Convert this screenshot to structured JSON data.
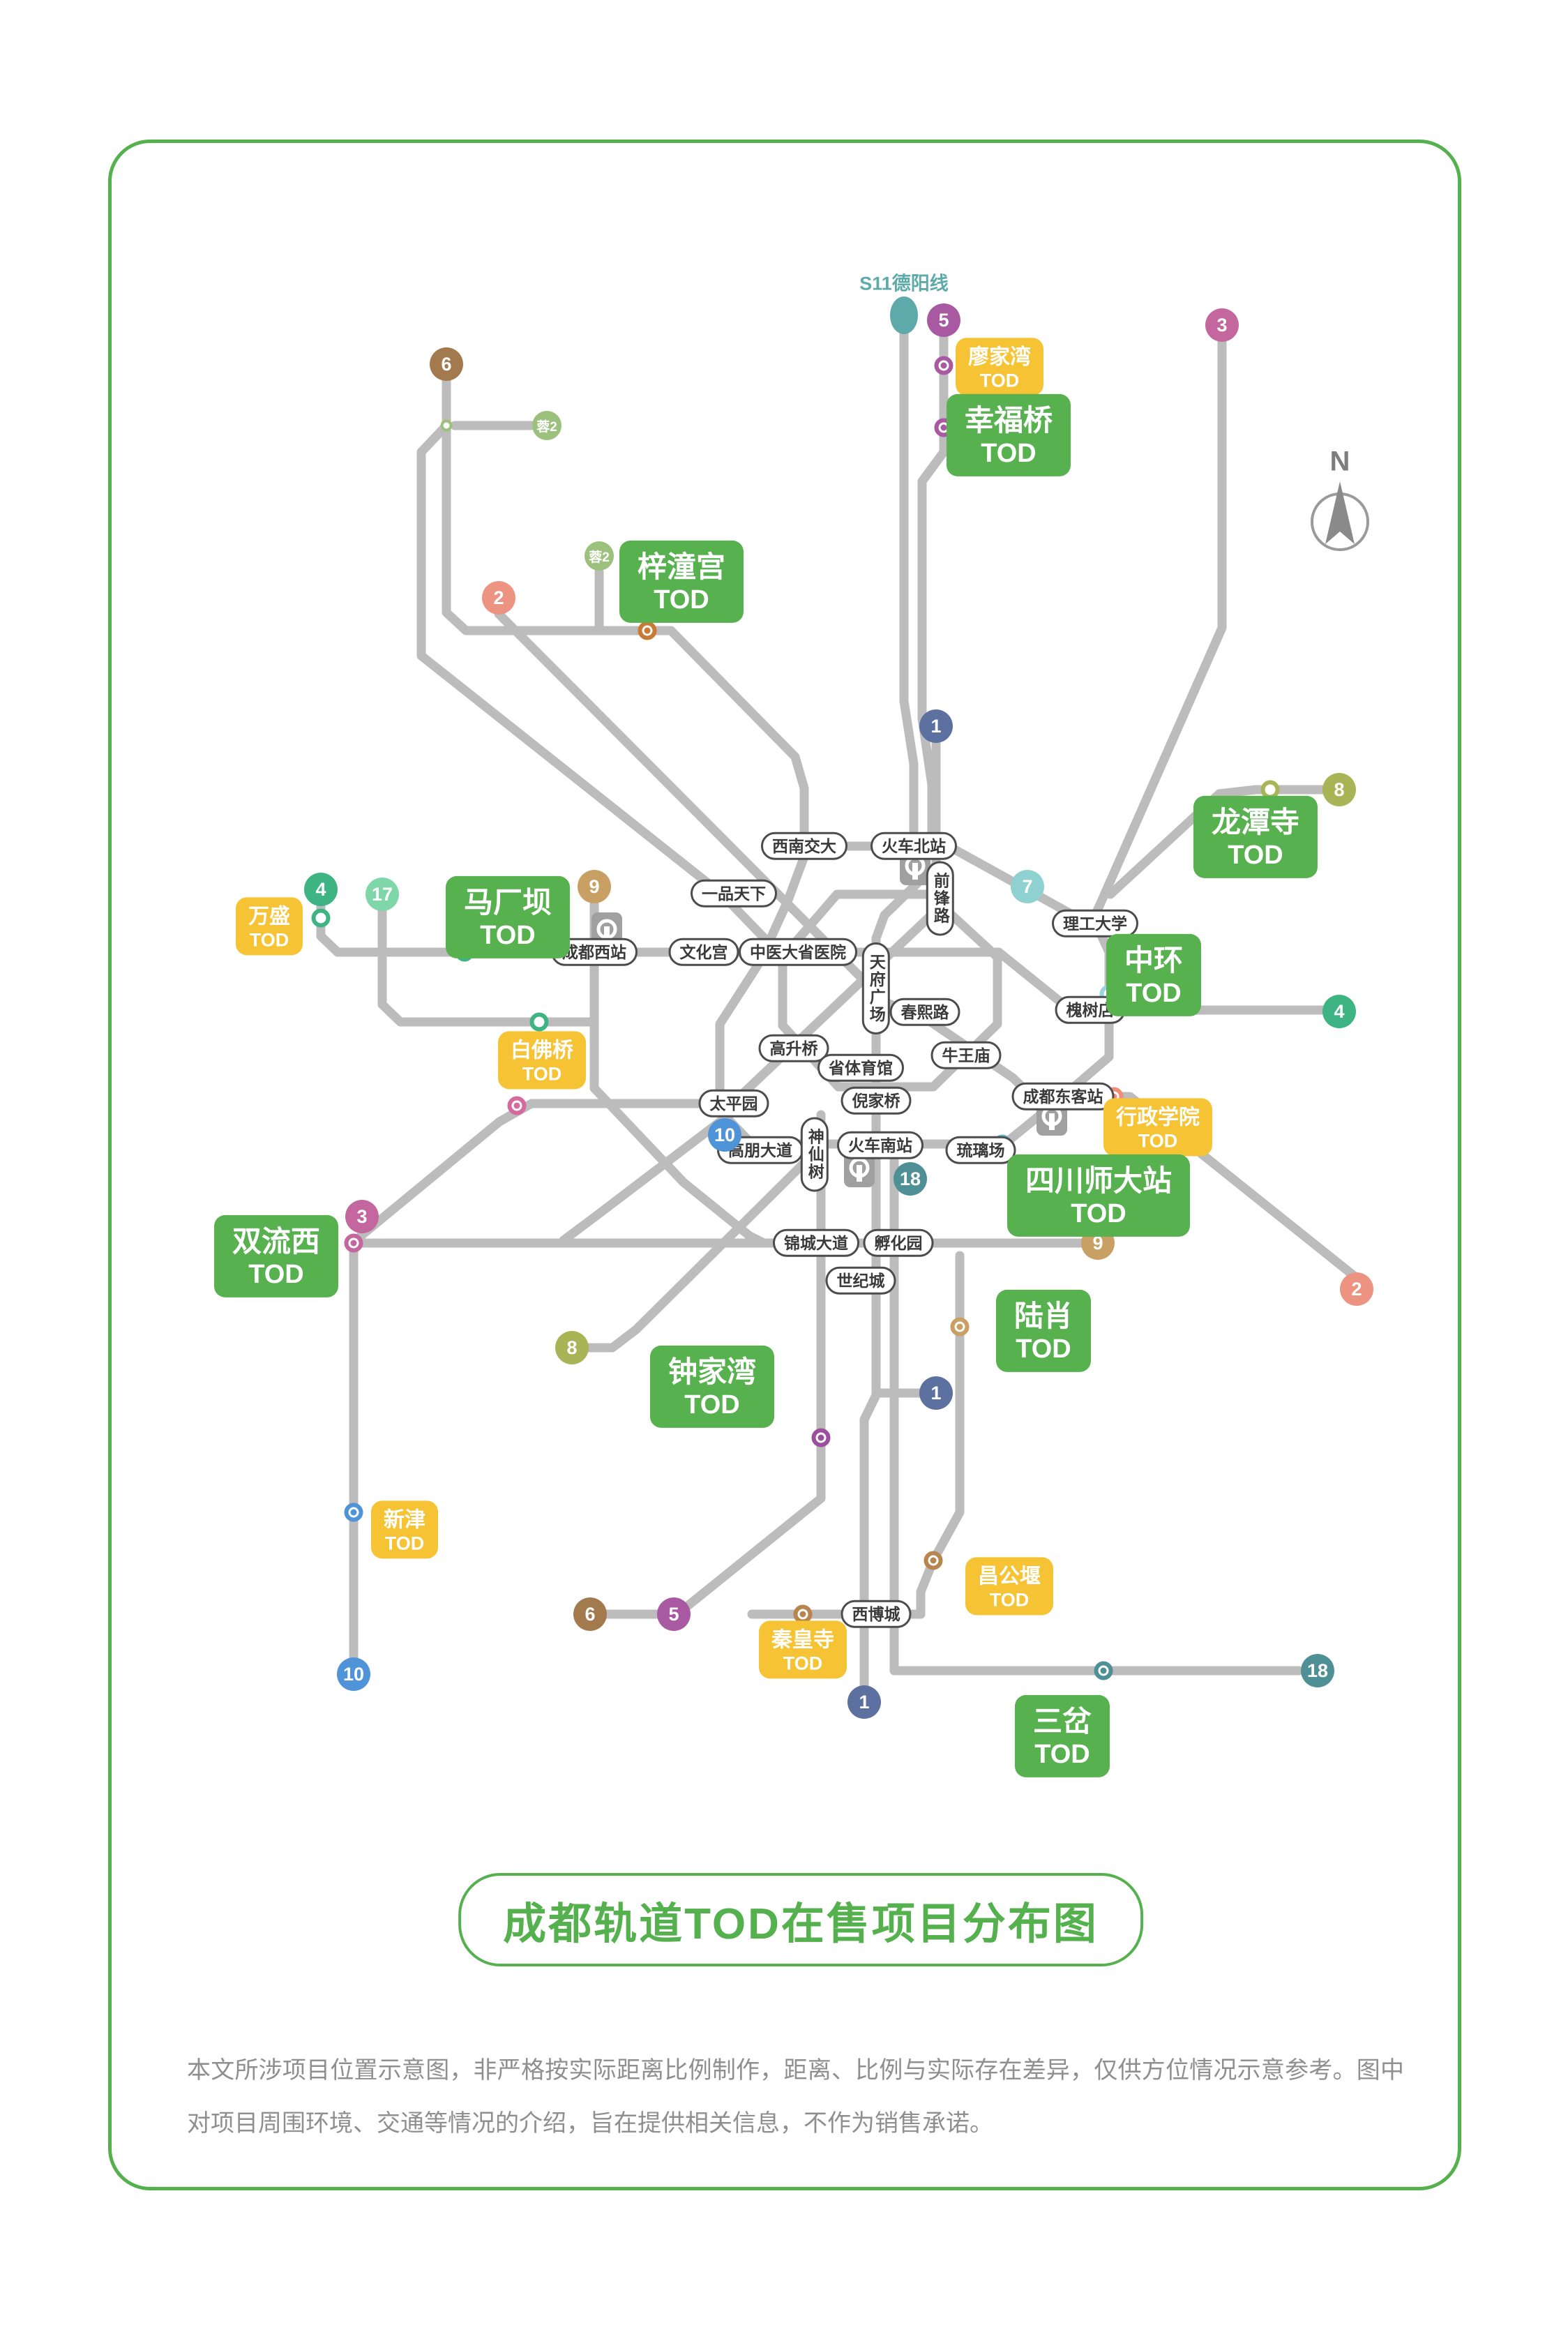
{
  "title": "成都轨道TOD在售项目分布图",
  "disclaimer": "本文所涉项目位置示意图，非严格按实际距离比例制作，距离、比例与实际存在差异，仅供方位情况示意参考。图中对项目周围环境、交通等情况的介绍，旨在提供相关信息，不作为销售承诺。",
  "map": {
    "s11_label": "S11德阳线",
    "compass_label": "N",
    "stations": [
      {
        "name": "西南交大"
      },
      {
        "name": "火车北站"
      },
      {
        "name": "一品天下"
      },
      {
        "name": "理工大学"
      },
      {
        "name": "文化宫"
      },
      {
        "name": "中医大省医院"
      },
      {
        "name": "成都西站"
      },
      {
        "name": "前锋路"
      },
      {
        "name": "天府广场"
      },
      {
        "name": "春熙路"
      },
      {
        "name": "槐树店"
      },
      {
        "name": "高升桥"
      },
      {
        "name": "省体育馆"
      },
      {
        "name": "牛王庙"
      },
      {
        "name": "太平园"
      },
      {
        "name": "倪家桥"
      },
      {
        "name": "成都东客站"
      },
      {
        "name": "高朋大道"
      },
      {
        "name": "神仙树"
      },
      {
        "name": "火车南站"
      },
      {
        "name": "琉璃场"
      },
      {
        "name": "锦城大道"
      },
      {
        "name": "孵化园"
      },
      {
        "name": "世纪城"
      },
      {
        "name": "西博城"
      }
    ],
    "tod_projects": [
      {
        "name": "廖家湾",
        "suffix": "TOD",
        "style": "yellow"
      },
      {
        "name": "幸福桥",
        "suffix": "TOD",
        "style": "green"
      },
      {
        "name": "梓潼宫",
        "suffix": "TOD",
        "style": "green"
      },
      {
        "name": "龙潭寺",
        "suffix": "TOD",
        "style": "green"
      },
      {
        "name": "中环",
        "suffix": "TOD",
        "style": "green"
      },
      {
        "name": "马厂坝",
        "suffix": "TOD",
        "style": "green"
      },
      {
        "name": "万盛",
        "suffix": "TOD",
        "style": "yellow"
      },
      {
        "name": "白佛桥",
        "suffix": "TOD",
        "style": "yellow"
      },
      {
        "name": "行政学院",
        "suffix": "TOD",
        "style": "yellow"
      },
      {
        "name": "四川师大站",
        "suffix": "TOD",
        "style": "green"
      },
      {
        "name": "双流西",
        "suffix": "TOD",
        "style": "green"
      },
      {
        "name": "陆肖",
        "suffix": "TOD",
        "style": "green"
      },
      {
        "name": "钟家湾",
        "suffix": "TOD",
        "style": "green"
      },
      {
        "name": "新津",
        "suffix": "TOD",
        "style": "yellow"
      },
      {
        "name": "昌公堰",
        "suffix": "TOD",
        "style": "yellow"
      },
      {
        "name": "秦皇寺",
        "suffix": "TOD",
        "style": "yellow"
      },
      {
        "name": "三岔",
        "suffix": "TOD",
        "style": "green"
      }
    ],
    "line_badges": [
      {
        "label": "5"
      },
      {
        "label": "3"
      },
      {
        "label": "6"
      },
      {
        "label": "蓉2"
      },
      {
        "label": "蓉2"
      },
      {
        "label": "2"
      },
      {
        "label": "1"
      },
      {
        "label": "8"
      },
      {
        "label": "7"
      },
      {
        "label": "4"
      },
      {
        "label": "17"
      },
      {
        "label": "9"
      },
      {
        "label": "4"
      },
      {
        "label": "10"
      },
      {
        "label": "18"
      },
      {
        "label": "3"
      },
      {
        "label": "9"
      },
      {
        "label": "2"
      },
      {
        "label": "8"
      },
      {
        "label": "1"
      },
      {
        "label": "6"
      },
      {
        "label": "5"
      },
      {
        "label": "1"
      },
      {
        "label": "10"
      },
      {
        "label": "18"
      }
    ],
    "colors": {
      "line1": "#5d71a1",
      "line2": "#ec9382",
      "line3": "#c4679f",
      "line4": "#3db482",
      "line5": "#a958a2",
      "line6": "#a3794e",
      "line7": "#8ed1d0",
      "line8": "#a8b556",
      "line9": "#c9a063",
      "line10": "#4f93d9",
      "line17": "#7fd6a8",
      "line18": "#4f8f96",
      "rong2": "#9cc17d",
      "s11": "#5ea9a9",
      "network_gray": "#bcbcbc",
      "tod_green": "#57b14e",
      "tod_yellow": "#f5c334",
      "title_green": "#55b14e"
    }
  }
}
